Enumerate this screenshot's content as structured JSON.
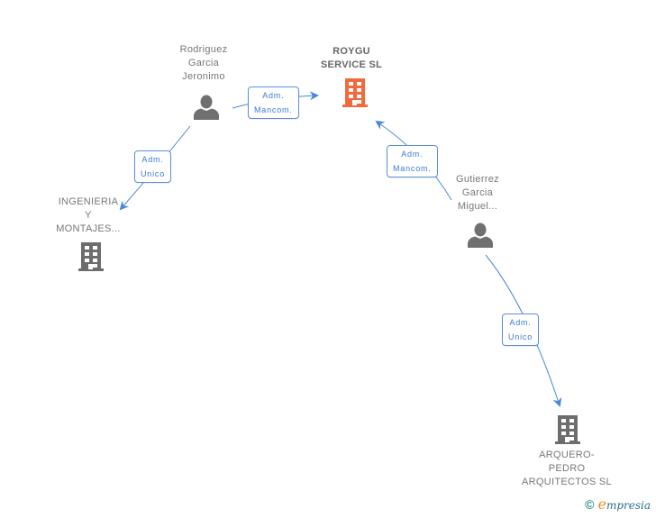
{
  "colors": {
    "main_company": "#f26a3c",
    "company": "#6d6d6d",
    "person": "#707070",
    "edge": "#4a86d8"
  },
  "nodes": {
    "main": {
      "type": "company",
      "icon": "building-icon",
      "lines": [
        "ROYGU",
        "SERVICE  SL"
      ]
    },
    "rodriguez": {
      "type": "person",
      "icon": "person-icon",
      "lines": [
        "Rodriguez",
        "Garcia",
        "Jeronimo"
      ]
    },
    "gutierrez": {
      "type": "person",
      "icon": "person-icon",
      "lines": [
        "Gutierrez",
        "Garcia",
        "Miguel..."
      ]
    },
    "ingenieria": {
      "type": "company",
      "icon": "building-icon",
      "lines": [
        "INGENIERIA",
        "Y",
        "MONTAJES..."
      ]
    },
    "arquero": {
      "type": "company",
      "icon": "building-icon",
      "lines": [
        "ARQUERO-",
        "PEDRO",
        "ARQUITECTOS SL"
      ]
    }
  },
  "edges": [
    {
      "from": "rodriguez",
      "to": "main",
      "label": [
        "Adm.",
        "Mancom."
      ]
    },
    {
      "from": "rodriguez",
      "to": "ingenieria",
      "label": [
        "Adm.",
        "Unico"
      ]
    },
    {
      "from": "gutierrez",
      "to": "main",
      "label": [
        "Adm.",
        "Mancom."
      ]
    },
    {
      "from": "gutierrez",
      "to": "arquero",
      "label": [
        "Adm.",
        "Unico"
      ]
    }
  ],
  "brand": {
    "copyright": "©",
    "initial": "e",
    "rest": "mpresia"
  }
}
